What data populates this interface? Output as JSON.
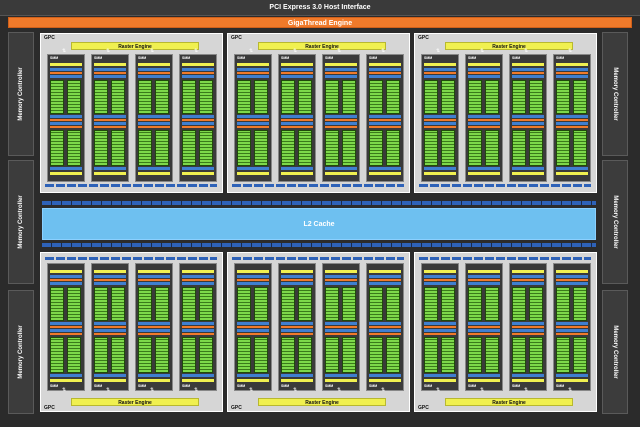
{
  "header": {
    "pcie_label": "PCI Express 3.0 Host Interface",
    "gigathread_label": "GigaThread Engine"
  },
  "memory_controller_label": "Memory Controller",
  "gpc_label": "GPC",
  "raster_label": "Raster Engine",
  "smm_label": "SMM",
  "l2_label": "L2 Cache",
  "colors": {
    "gigathread": "#f07a2a",
    "raster": "#f0f050",
    "l2": "#6ec0f0",
    "core": "#59a829",
    "memory_blue": "#3f7fd0"
  }
}
